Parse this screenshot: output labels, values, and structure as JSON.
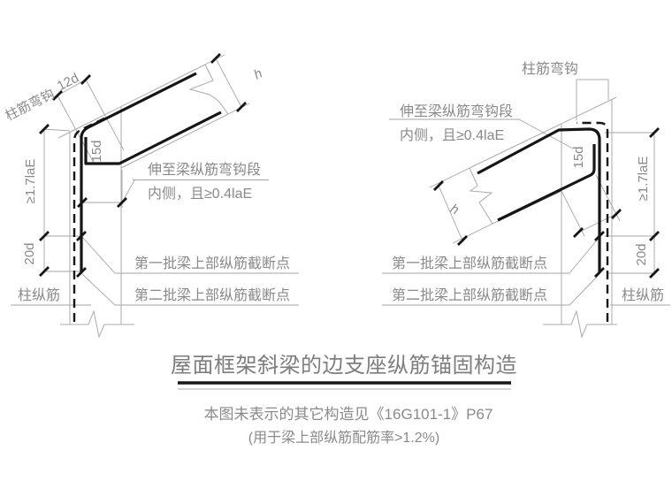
{
  "drawing": {
    "title": "屋面框架斜梁的边支座纵筋锚固构造",
    "notes": {
      "line1": "本图未表示的其它构造见《16G101-1》P67",
      "line2": "(用于梁上部纵筋配筋率>1.2%)"
    },
    "colors": {
      "paper": "#ffffff",
      "thin_line": "#ababab",
      "text": "#8a8a8a",
      "rebar": "#161616"
    },
    "left_detail": {
      "column_hook_label": "柱筋弯钩",
      "column_hook_length": "12d",
      "anchor_note_line1": "伸至梁纵筋弯钩段",
      "anchor_note_line2": "内侧，且≥0.4laE",
      "hook_15d": "15d",
      "beam_height": "h",
      "anchor_length_dim": "≥1.7laE",
      "cutoff_spacing_dim": "20d",
      "column_bar_label": "柱纵筋",
      "cutoff_first": "第一批梁上部纵筋截断点",
      "cutoff_second": "第二批梁上部纵筋截断点"
    },
    "right_detail": {
      "column_hook_label": "柱筋弯钩",
      "anchor_note_line1": "伸至梁纵筋弯钩段",
      "anchor_note_line2": "内侧，且≥0.4laE",
      "hook_15d": "15d",
      "beam_height": "h",
      "anchor_length_dim": "≥1.7laE",
      "cutoff_spacing_dim": "20d",
      "column_bar_label": "柱纵筋",
      "cutoff_first": "第一批梁上部纵筋截断点",
      "cutoff_second": "第二批梁上部纵筋截断点"
    }
  }
}
